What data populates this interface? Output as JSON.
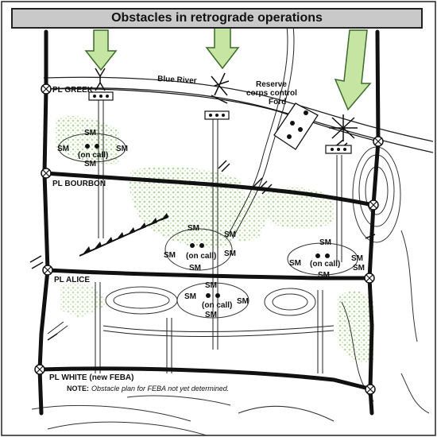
{
  "title": "Obstacles in retrograde operations",
  "phase_lines": {
    "greek": "PL GREEK",
    "bourbon": "PL BOURBON",
    "alice": "PL ALICE",
    "white": "PL WHITE (new FEBA)"
  },
  "river_label": "Blue River",
  "reserve_label": [
    "Reserve",
    "corps control",
    "Ford"
  ],
  "minefield": {
    "sm": "SM",
    "on_call": "(on call)"
  },
  "note": {
    "label": "NOTE:",
    "text": "Obstacle plan for FEBA not yet determined."
  },
  "colors": {
    "arrow_fill": "#c6e5a3",
    "arrow_stroke": "#3c6a2a",
    "vegetation": "#b9dda0",
    "title_bg": "#c9c9c9"
  }
}
